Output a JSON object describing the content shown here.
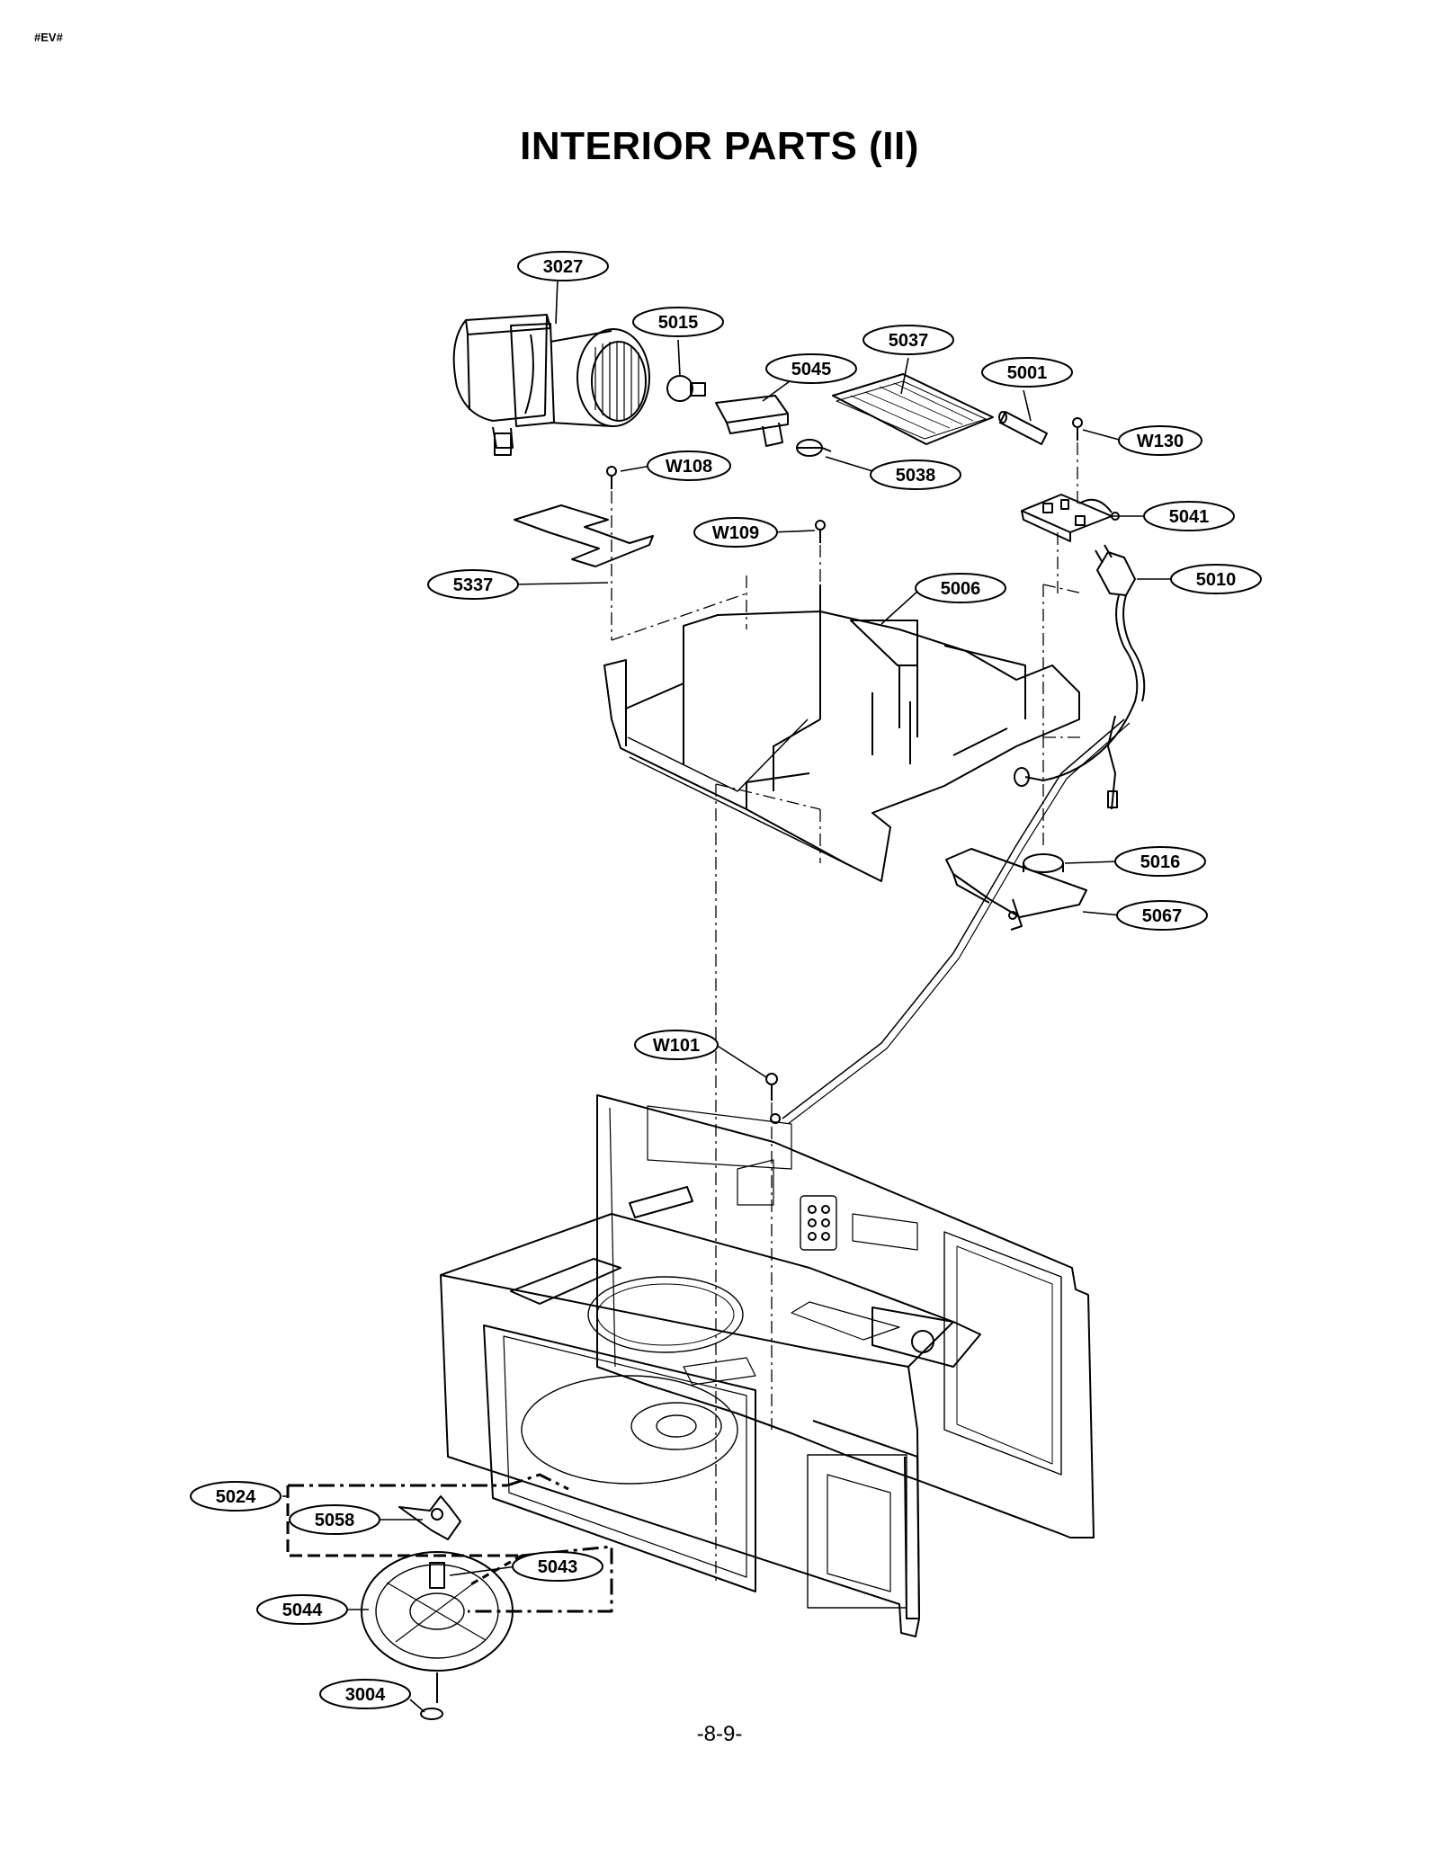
{
  "header": {
    "code": "#EV#"
  },
  "title": "INTERIOR PARTS (II)",
  "page_number": "-8-9-",
  "parts": {
    "p3027": "3027",
    "p5015": "5015",
    "p5037": "5037",
    "p5045": "5045",
    "p5001": "5001",
    "pW130": "W130",
    "pW108": "W108",
    "p5038": "5038",
    "p5041": "5041",
    "pW109": "W109",
    "p5337": "5337",
    "p5006": "5006",
    "p5010": "5010",
    "p5016": "5016",
    "p5067": "5067",
    "pW101": "W101",
    "p5024": "5024",
    "p5058": "5058",
    "p5043": "5043",
    "p5044": "5044",
    "p3004": "3004"
  }
}
